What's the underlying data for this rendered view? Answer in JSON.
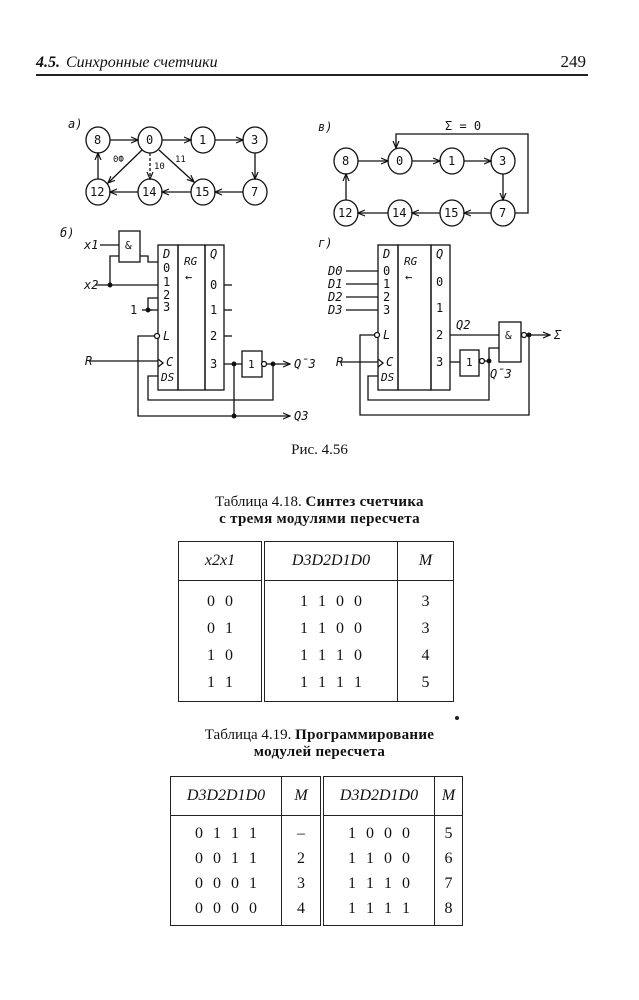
{
  "header": {
    "section_number": "4.5.",
    "section_title": "Синхронные счетчики",
    "page_number": "249"
  },
  "figure": {
    "caption": "Рис. 4.56",
    "panel_a": {
      "label": "а)",
      "states_top": [
        "8",
        "0",
        "1",
        "3"
      ],
      "states_bottom": [
        "12",
        "14",
        "15",
        "7"
      ],
      "edge_labels": [
        "0Ф",
        "10",
        "11"
      ]
    },
    "panel_v": {
      "label": "в)",
      "states_top": [
        "8",
        "0",
        "1",
        "3"
      ],
      "states_bottom": [
        "12",
        "14",
        "15",
        "7"
      ],
      "feedback_label": "Σ = 0"
    },
    "panel_b": {
      "label": "б)",
      "inputs": [
        "x1",
        "x2",
        "1",
        "R"
      ],
      "and_gate": "&",
      "not_gate": "1",
      "register_label": "RG",
      "shift_arrow": "←",
      "d_pins": [
        "D",
        "0",
        "1",
        "2",
        "3",
        "L",
        "C",
        "DS"
      ],
      "q_pins": [
        "Q",
        "0",
        "1",
        "2",
        "3"
      ],
      "outputs": [
        "Q̄3",
        "Q3"
      ]
    },
    "panel_g": {
      "label": "г)",
      "inputs": [
        "D0",
        "D1",
        "D2",
        "D3",
        "R"
      ],
      "and_gate": "&",
      "not_gate": "1",
      "register_label": "RG",
      "shift_arrow": "←",
      "d_pins": [
        "D",
        "0",
        "1",
        "2",
        "3",
        "L",
        "C",
        "DS"
      ],
      "q_pins": [
        "Q",
        "0",
        "1",
        "2",
        "3"
      ],
      "signals": [
        "Q2",
        "Q̄3"
      ],
      "output": "Σ"
    }
  },
  "table_4_18": {
    "title_prefix": "Таблица 4.18.",
    "title_bold_1": "Синтез счетчика",
    "title_bold_2": "с тремя модулями пересчета",
    "headers": [
      "x2x1",
      "D3D2D1D0",
      "M"
    ],
    "rows": [
      {
        "x": [
          "0",
          "0"
        ],
        "d": [
          "1",
          "1",
          "0",
          "0"
        ],
        "m": "3"
      },
      {
        "x": [
          "0",
          "1"
        ],
        "d": [
          "1",
          "1",
          "0",
          "0"
        ],
        "m": "3"
      },
      {
        "x": [
          "1",
          "0"
        ],
        "d": [
          "1",
          "1",
          "1",
          "0"
        ],
        "m": "4"
      },
      {
        "x": [
          "1",
          "1"
        ],
        "d": [
          "1",
          "1",
          "1",
          "1"
        ],
        "m": "5"
      }
    ]
  },
  "table_4_19": {
    "title_prefix": "Таблица 4.19.",
    "title_bold_1": "Программирование",
    "title_bold_2": "модулей пересчета",
    "headers": [
      "D3D2D1D0",
      "M",
      "D3D2D1D0",
      "M"
    ],
    "rows": [
      {
        "d1": [
          "0",
          "1",
          "1",
          "1"
        ],
        "m1": "–",
        "d2": [
          "1",
          "0",
          "0",
          "0"
        ],
        "m2": "5"
      },
      {
        "d1": [
          "0",
          "0",
          "1",
          "1"
        ],
        "m1": "2",
        "d2": [
          "1",
          "1",
          "0",
          "0"
        ],
        "m2": "6"
      },
      {
        "d1": [
          "0",
          "0",
          "0",
          "1"
        ],
        "m1": "3",
        "d2": [
          "1",
          "1",
          "1",
          "0"
        ],
        "m2": "7"
      },
      {
        "d1": [
          "0",
          "0",
          "0",
          "0"
        ],
        "m1": "4",
        "d2": [
          "1",
          "1",
          "1",
          "1"
        ],
        "m2": "8"
      }
    ]
  }
}
